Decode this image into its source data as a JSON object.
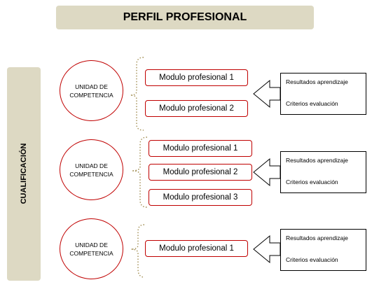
{
  "title": "PERFIL PROFESIONAL",
  "side_label": "CUALIFICACIÓN",
  "groups": [
    {
      "unit": "UNIDAD DE COMPETENCIA",
      "modules": [
        "Modulo profesional 1",
        "Modulo profesional 2"
      ],
      "outcomes": [
        "Resultados aprendizaje",
        "Criterios evaluación"
      ]
    },
    {
      "unit": "UNIDAD DE COMPETENCIA",
      "modules": [
        "Modulo profesional 1",
        "Modulo profesional 2",
        "Modulo profesional 3"
      ],
      "outcomes": [
        "Resultados aprendizaje",
        "Criterios evaluación"
      ]
    },
    {
      "unit": "UNIDAD DE COMPETENCIA",
      "modules": [
        "Modulo profesional 1"
      ],
      "outcomes": [
        "Resultados aprendizaje",
        "Criterios evaluación"
      ]
    }
  ],
  "colors": {
    "box_fill": "#ddd9c3",
    "accent": "#c00000",
    "brace": "#a08c50"
  }
}
